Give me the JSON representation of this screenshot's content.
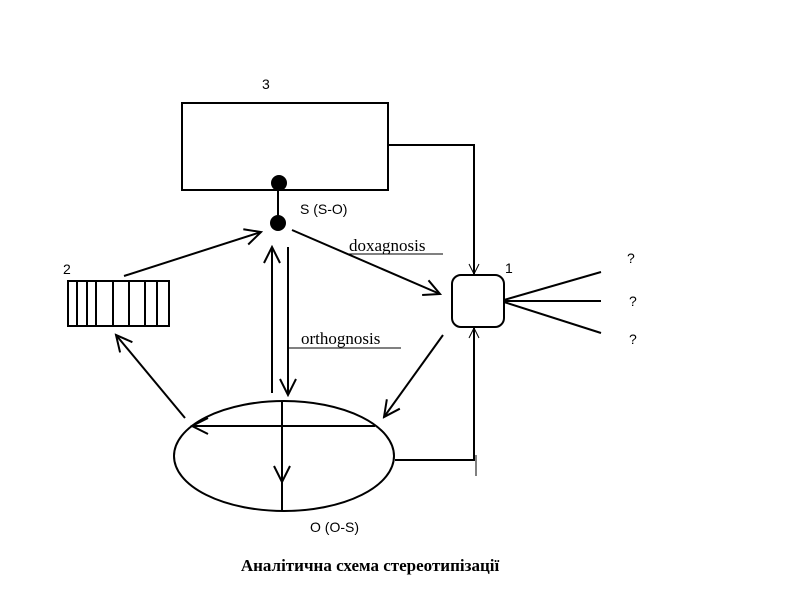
{
  "labels": {
    "block3": "3",
    "block2": "2",
    "block1": "1",
    "subject": "S (S-O)",
    "object": "O (O-S)",
    "doxagnosis": "doxagnosis",
    "orthognosis": "orthognosis",
    "outputs": [
      "?",
      "?",
      "?"
    ]
  },
  "caption": "Аналітична схема стереотипізації"
}
